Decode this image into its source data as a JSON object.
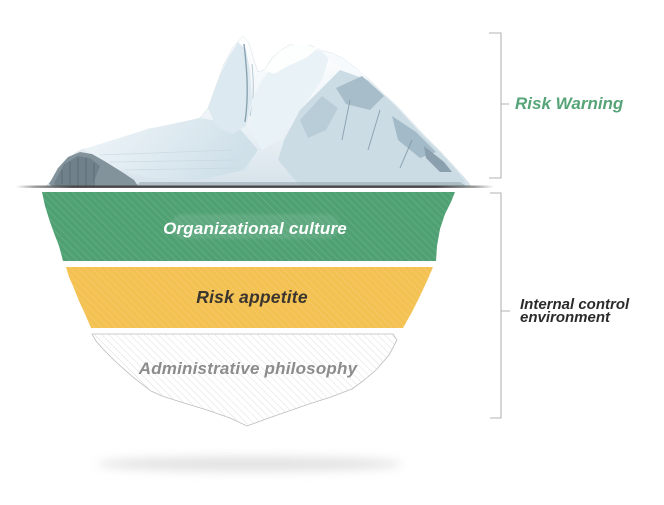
{
  "diagram": {
    "type": "iceberg-risk-diagram",
    "above_water": {
      "label": "Risk Warning",
      "color": "#56A477"
    },
    "below_water": {
      "label": "Internal control environment",
      "lines": [
        "Internal control",
        "environment"
      ],
      "color": "#2B2B2B"
    },
    "layers": [
      {
        "id": "organizational-culture",
        "label": "Organizational culture",
        "fill": "#4FA173",
        "text_color": "#FFFFFF"
      },
      {
        "id": "risk-appetite",
        "label": "Risk appetite",
        "fill": "#F4C253",
        "text_color": "#3A352E"
      },
      {
        "id": "administrative-philosophy",
        "label": "Administrative philosophy",
        "fill": "#FFFFFF",
        "text_color": "#8C8C8C"
      }
    ],
    "bracket_color": "#B3B3B3",
    "waterline_color": "#474747"
  }
}
